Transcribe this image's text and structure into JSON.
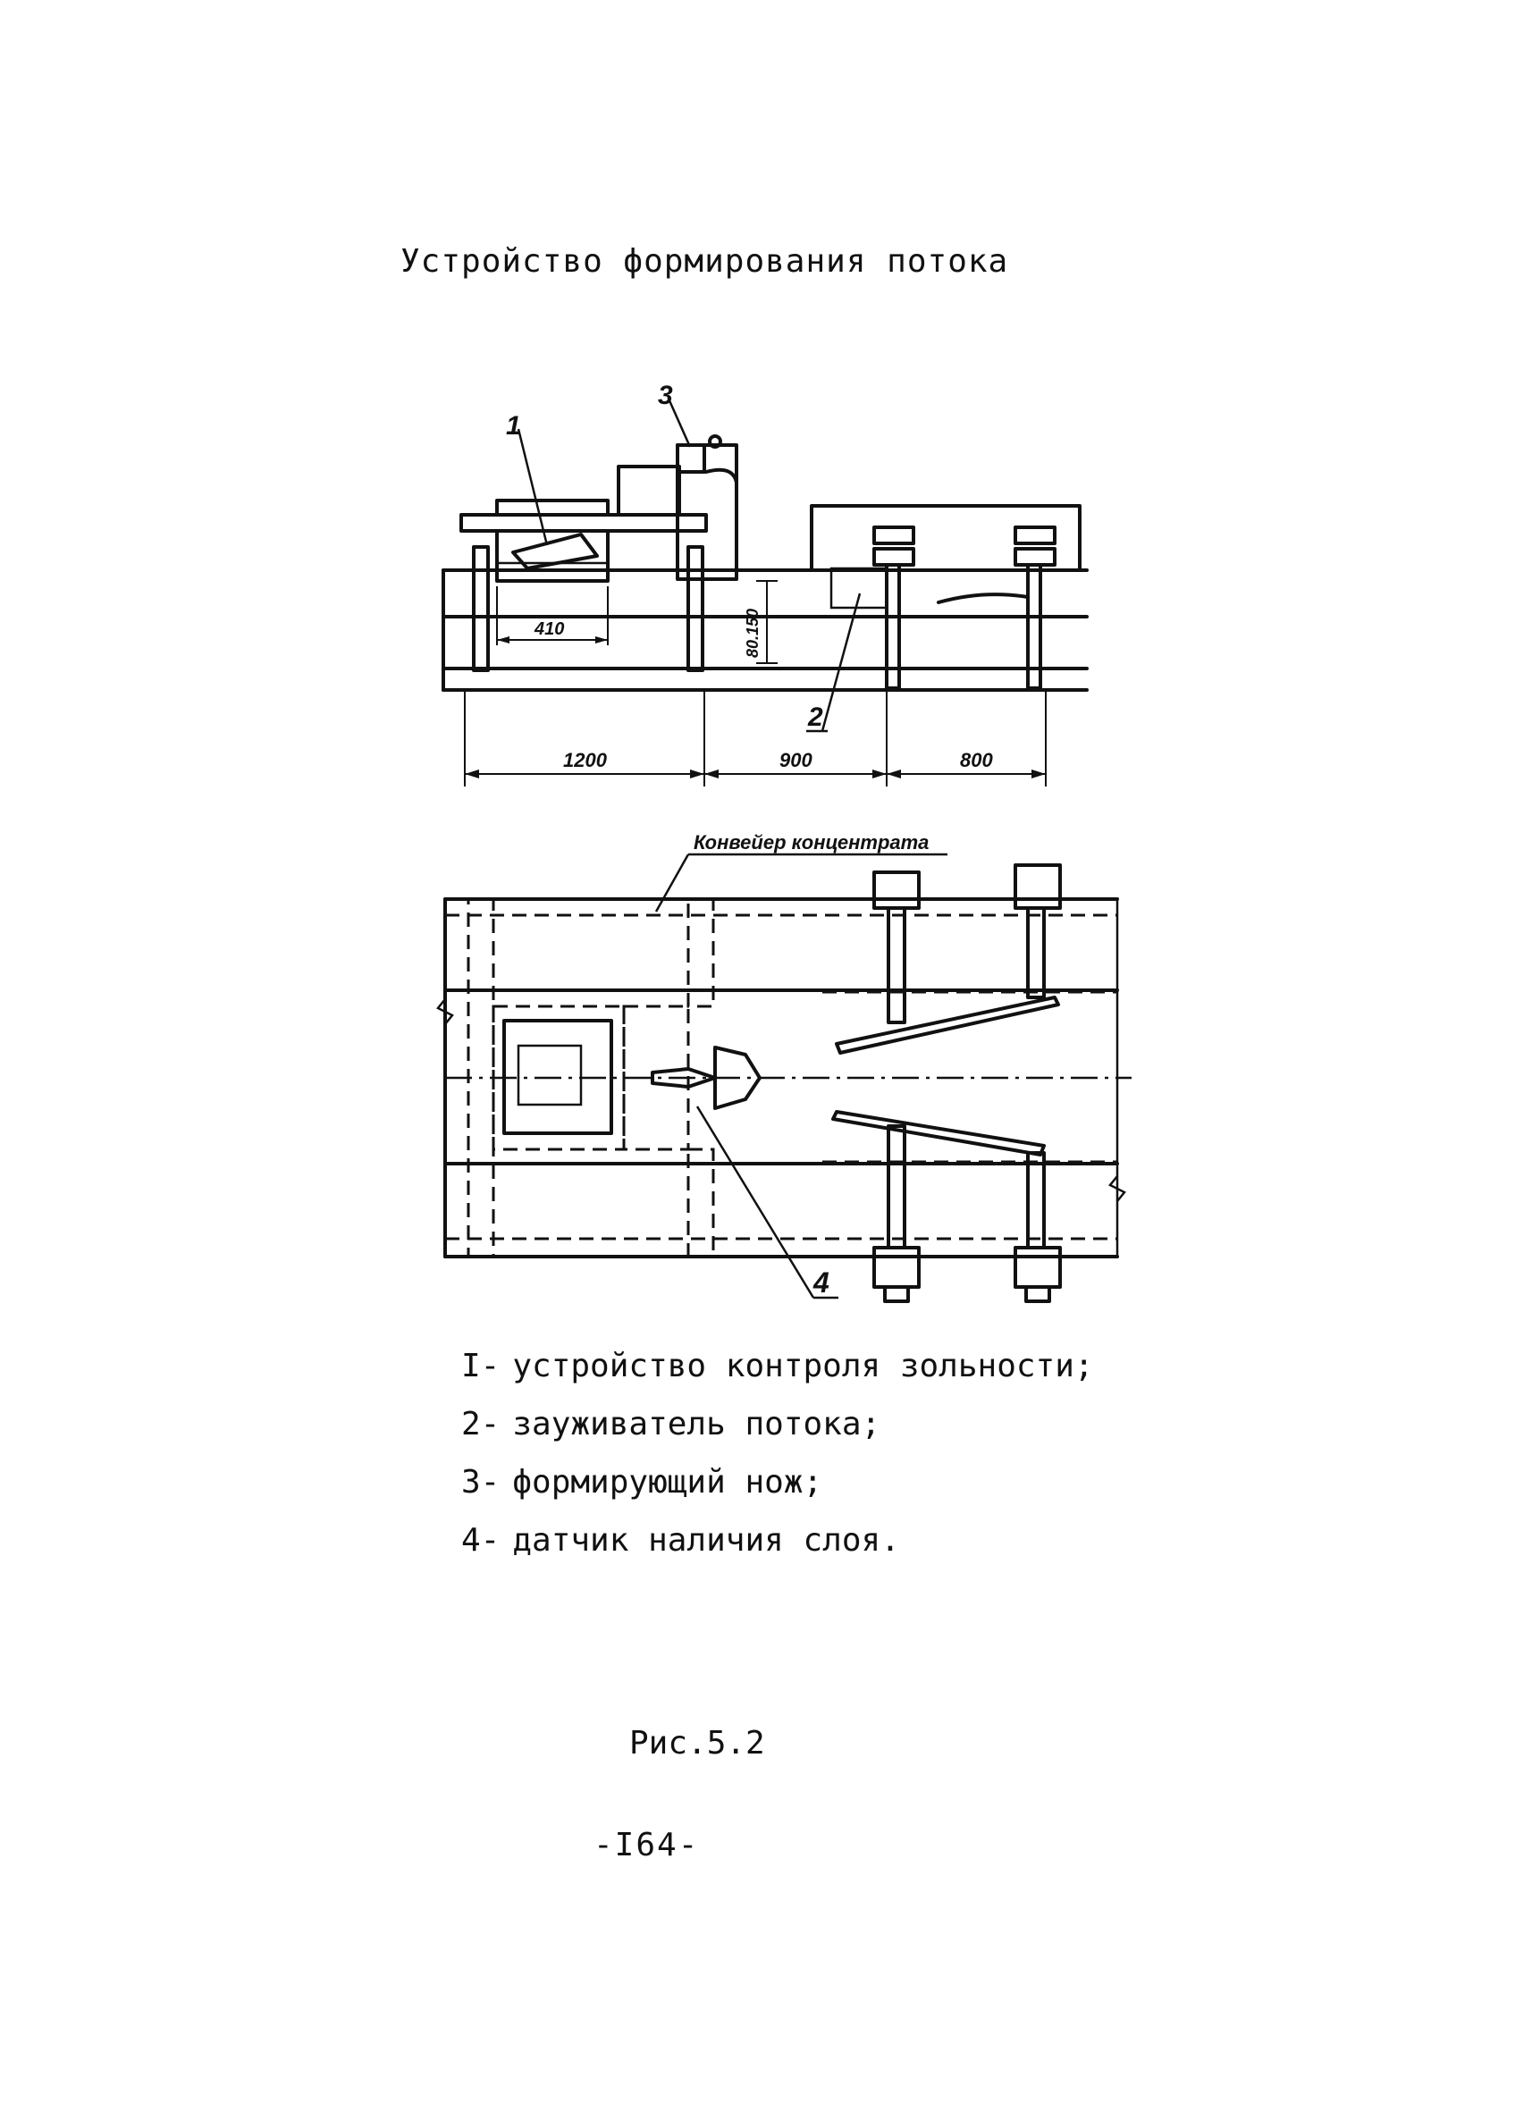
{
  "title": "Устройство формирования потока",
  "side_view": {
    "callouts": [
      "1",
      "2",
      "3"
    ],
    "dimensions": {
      "inner_width": "410",
      "height": "80.150",
      "span_left": "1200",
      "span_mid": "900",
      "span_right": "800"
    }
  },
  "plan_view": {
    "conveyor_label": "Конвейер концентрата",
    "callout": "4"
  },
  "legend": [
    {
      "num": "I-",
      "text": "устройство контроля зольности;"
    },
    {
      "num": "2-",
      "text": "зауживатель потока;"
    },
    {
      "num": "3-",
      "text": "формирующий нож;"
    },
    {
      "num": "4-",
      "text": "датчик наличия слоя."
    }
  ],
  "caption": "Рис.5.2",
  "page_number": "-I64-"
}
